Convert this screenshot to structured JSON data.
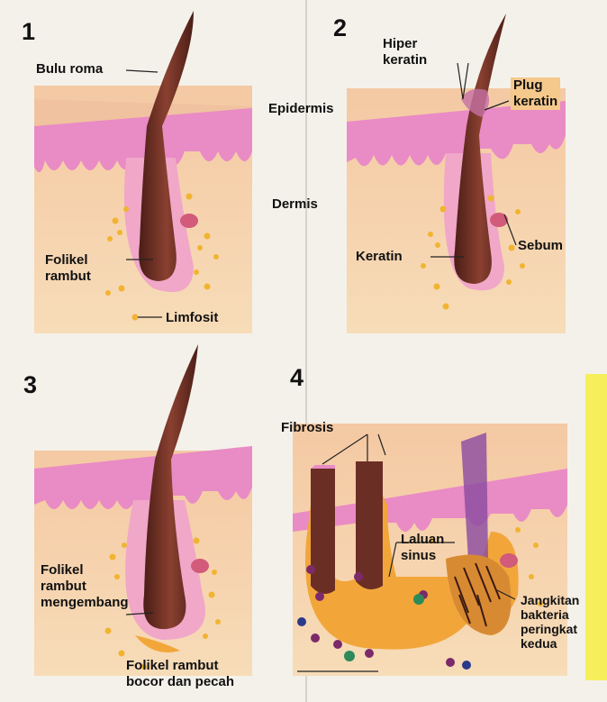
{
  "panels": [
    {
      "number": "1"
    },
    {
      "number": "2"
    },
    {
      "number": "3"
    },
    {
      "number": "4"
    }
  ],
  "labels": {
    "bulu_roma": "Bulu roma",
    "epidermis": "Epidermis",
    "dermis": "Dermis",
    "folikel_rambut": "Folikel\nrambut",
    "limfosit": "Limfosit",
    "hiper_keratin": "Hiper\nkeratin",
    "plug_keratin": "Plug\nkeratin",
    "sebum": "Sebum",
    "keratin": "Keratin",
    "folikel_mengembang": "Folikel\nrambut\nmengembang",
    "folikel_bocor": "Folikel rambut\nbocor dan pecah",
    "fibrosis": "Fibrosis",
    "laluan_sinus": "Laluan\nsinus",
    "jangkitan": "Jangkitan\nbakteria\nperingkat\nkedua"
  },
  "colors": {
    "skin": "#f3cfa5",
    "epidermis": "#e98bc4",
    "dermis": "#f6d9b5",
    "hair": "#6b2e25",
    "follicle": "#f0a7c8",
    "pus": "#f2a63a",
    "dot": "#f1b431",
    "accent_yellow": "#f7ee5c"
  }
}
